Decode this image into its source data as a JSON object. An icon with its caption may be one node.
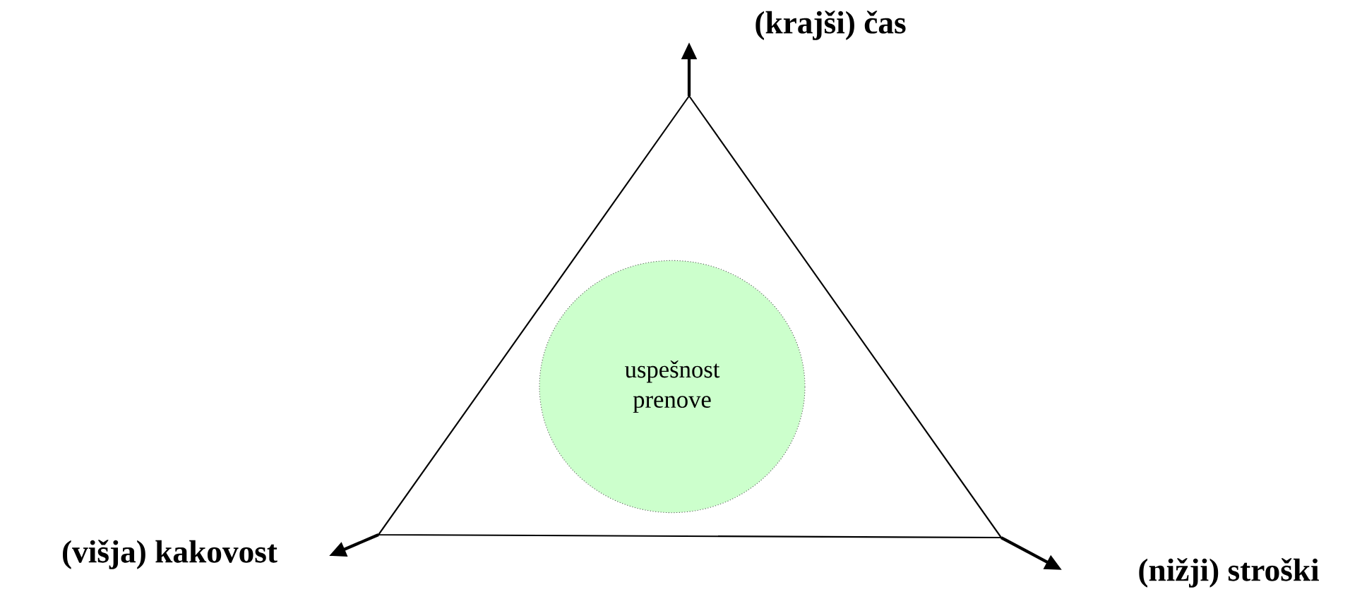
{
  "diagram": {
    "nodes": [
      {
        "text": [
          "uspešnost prenove"
        ]
      }
    ],
    "labels": [
      "(krajši) čas",
      "(višja) kakovost",
      "(nižji) stroški"
    ]
  }
}
